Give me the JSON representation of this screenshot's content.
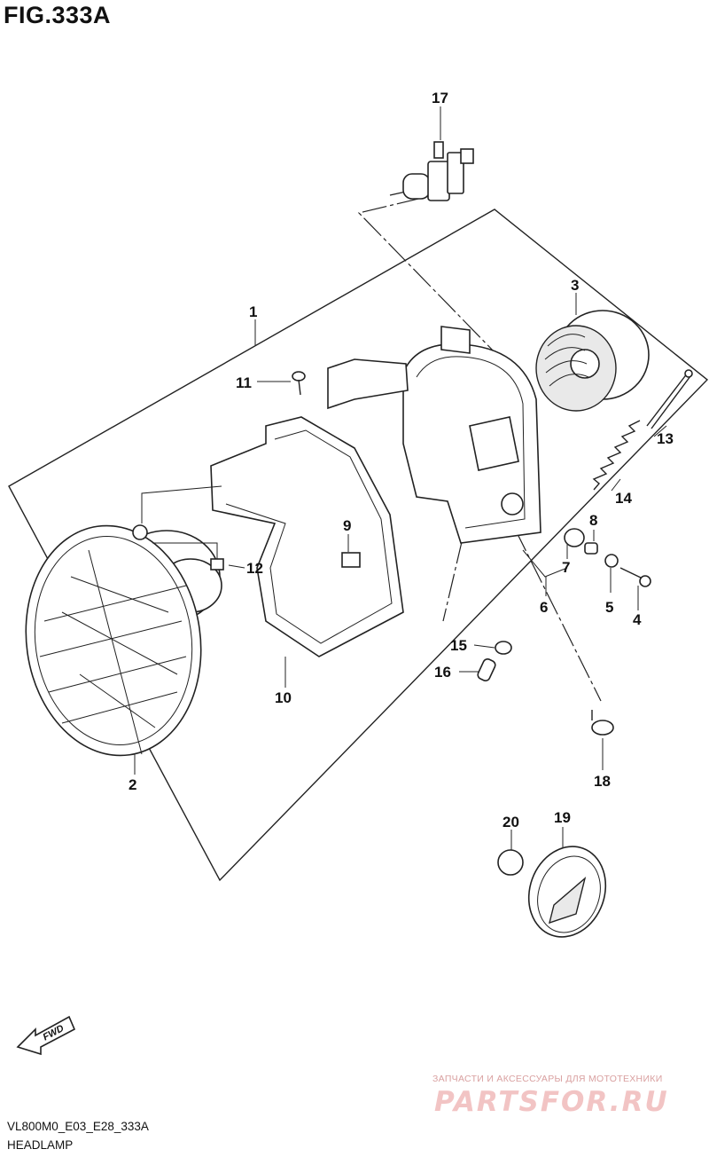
{
  "figure": {
    "title": "FIG.333A",
    "code": "VL800M0_E03_E28_333A",
    "name": "HEADLAMP"
  },
  "fwd_label": "FWD",
  "watermark": {
    "tagline": "ЗАПЧАСТИ И АКСЕССУАРЫ ДЛЯ МОТОТЕХНИКИ",
    "brand": "PARTSFOR.RU"
  },
  "callouts": [
    "1",
    "2",
    "3",
    "4",
    "5",
    "6",
    "7",
    "8",
    "9",
    "10",
    "11",
    "12",
    "13",
    "14",
    "15",
    "16",
    "17",
    "18",
    "19",
    "20"
  ]
}
